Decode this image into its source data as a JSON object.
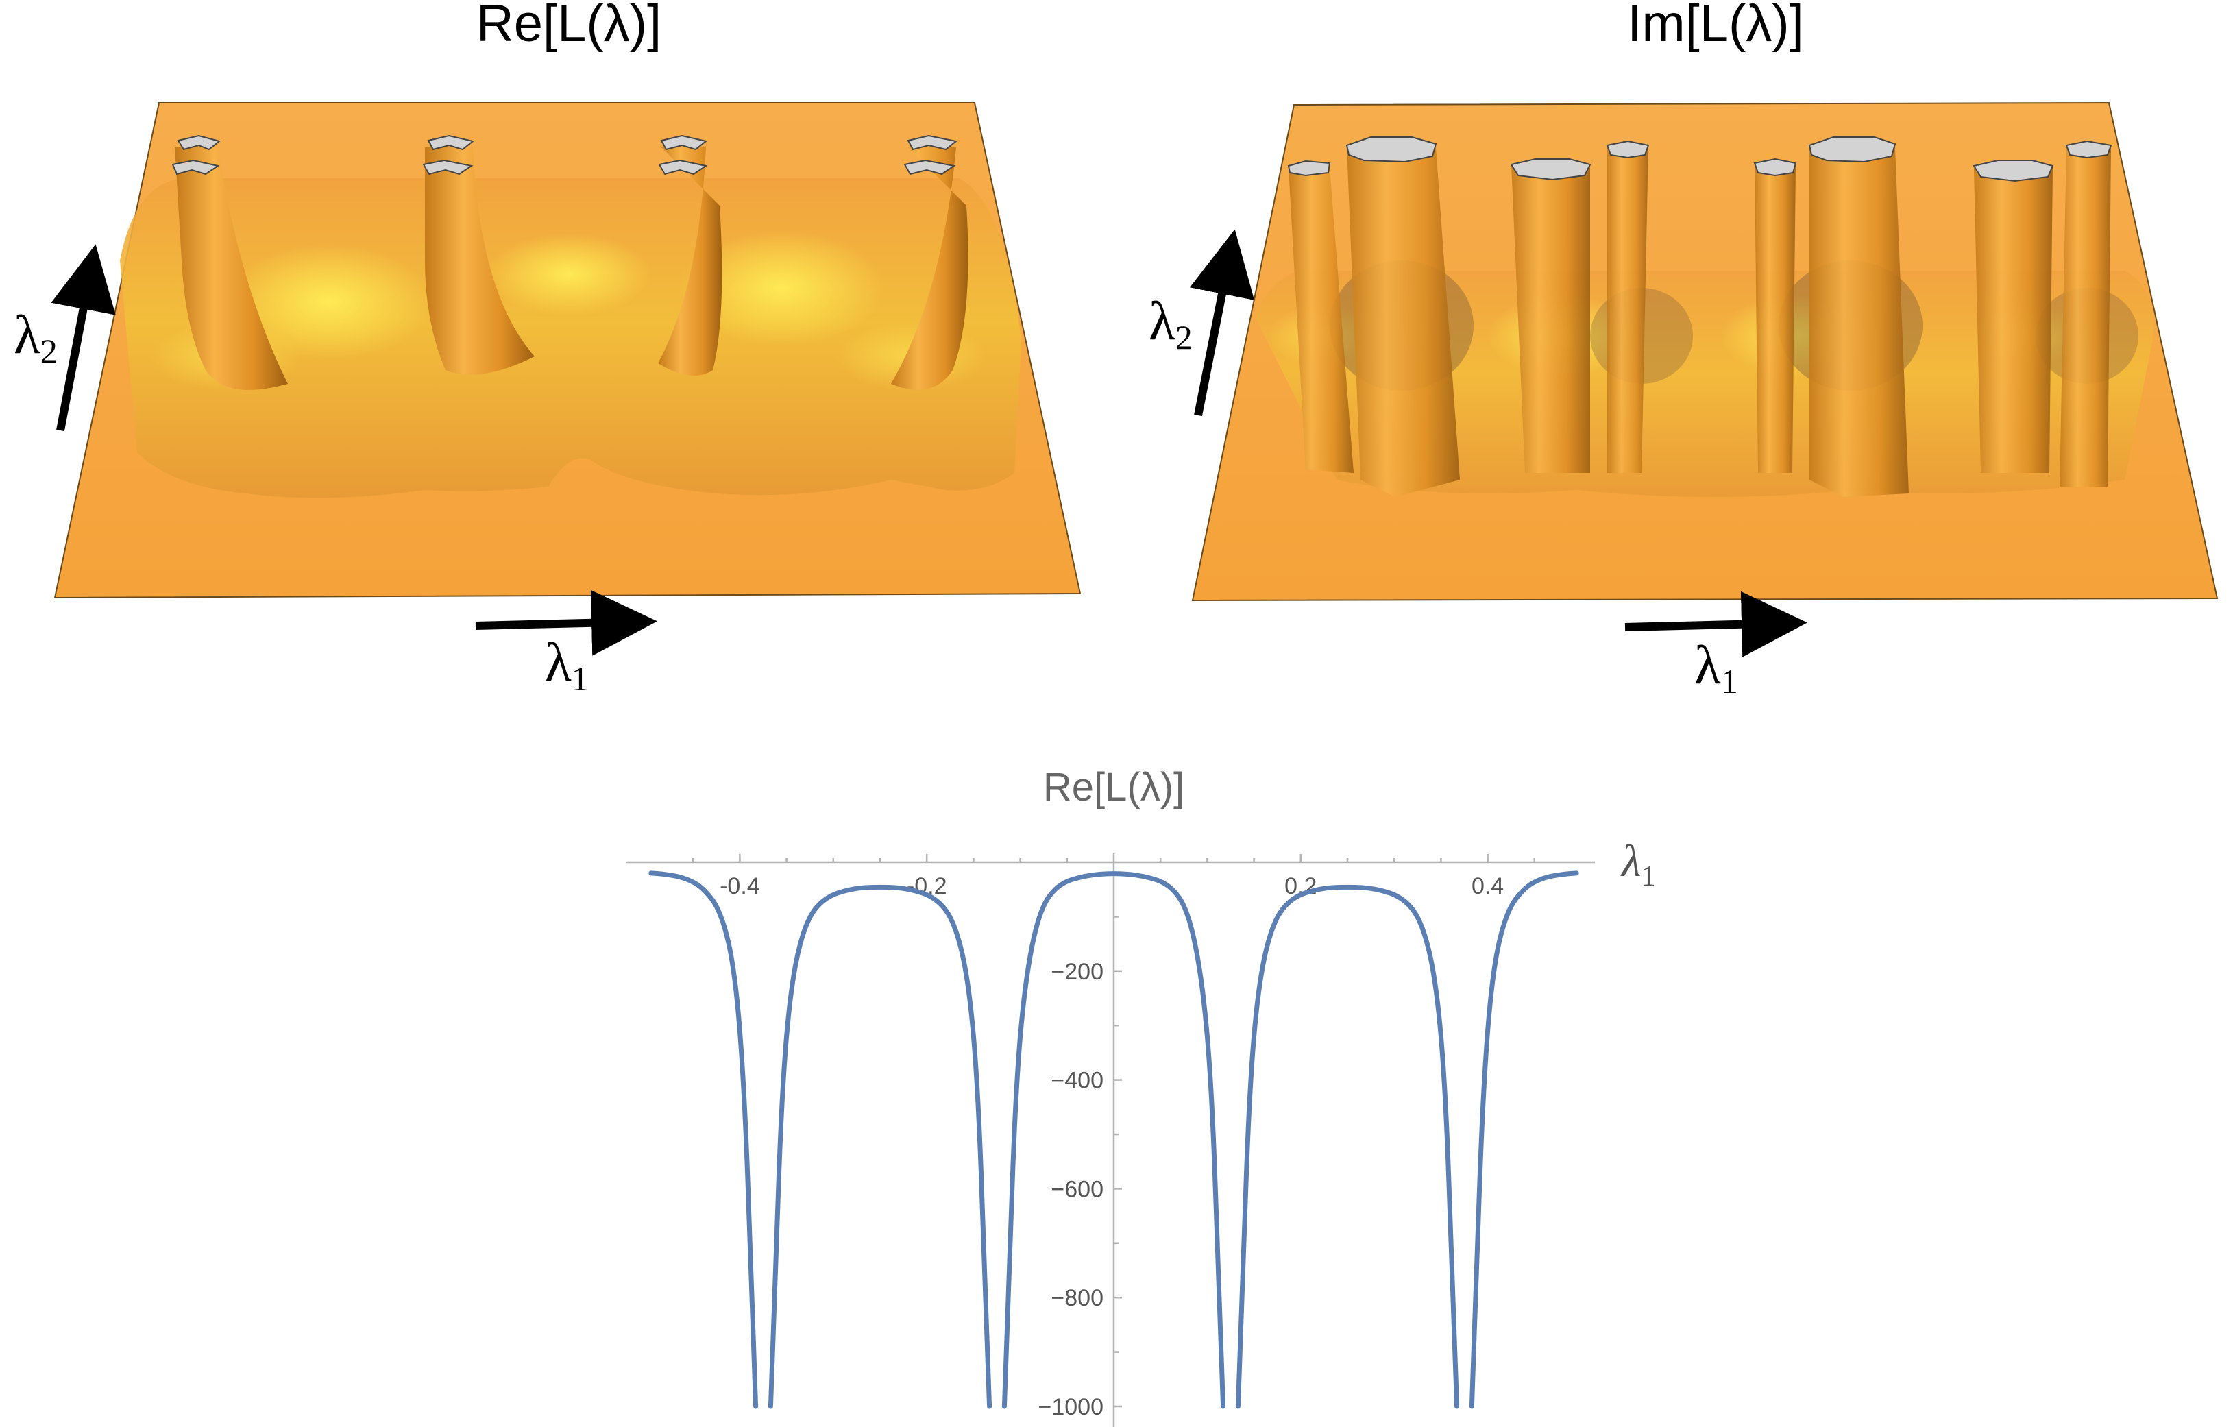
{
  "panels": {
    "left": {
      "title": "Re[L(λ)]",
      "x_axis": "λ",
      "x_axis_sub": "1",
      "y_axis": "λ",
      "y_axis_sub": "2"
    },
    "right": {
      "title": "Im[L(λ)]",
      "x_axis": "λ",
      "x_axis_sub": "1",
      "y_axis": "λ",
      "y_axis_sub": "2"
    }
  },
  "colors": {
    "surface": "#f5a640",
    "surface_dark": "#d98a1c",
    "highlight": "#ffe85a",
    "cap": "#d3d3d3",
    "curve": "#5b7fb2",
    "axis": "#b4b4b4",
    "tick_text": "#555555"
  },
  "chart_data": {
    "type": "line",
    "title": "Re[L(λ)]",
    "xlabel": "λ",
    "xlabel_sub": "1",
    "ylabel": "",
    "xlim": [
      -0.5,
      0.5
    ],
    "ylim": [
      -1000,
      20
    ],
    "x_ticks": [
      -0.4,
      -0.2,
      0.2,
      0.4
    ],
    "x_tick_labels": [
      "-0.4",
      "-0.2",
      "0.2",
      "0.4"
    ],
    "y_ticks": [
      -200,
      -400,
      -600,
      -800,
      -1000
    ],
    "y_tick_labels": [
      "−200",
      "−400",
      "−600",
      "−800",
      "−1000"
    ],
    "grid": false,
    "poles": [
      -0.375,
      -0.125,
      0.125,
      0.375
    ],
    "series": [
      {
        "x": [
          -0.495,
          -0.48,
          -0.46,
          -0.44,
          -0.42,
          -0.405,
          -0.395,
          -0.388,
          -0.383,
          -0.367,
          -0.362,
          -0.355,
          -0.345,
          -0.33,
          -0.31,
          -0.28,
          -0.25,
          -0.22,
          -0.19,
          -0.17,
          -0.155,
          -0.145,
          -0.138,
          -0.133,
          -0.117,
          -0.112,
          -0.105,
          -0.095,
          -0.08,
          -0.06,
          -0.03,
          0.0,
          0.03,
          0.06,
          0.08,
          0.095,
          0.105,
          0.112,
          0.117,
          0.133,
          0.138,
          0.145,
          0.155,
          0.17,
          0.19,
          0.22,
          0.25,
          0.28,
          0.31,
          0.33,
          0.345,
          0.355,
          0.362,
          0.367,
          0.383,
          0.388,
          0.395,
          0.405,
          0.42,
          0.44,
          0.46,
          0.48,
          0.495
        ],
        "y": [
          -20,
          -22,
          -28,
          -45,
          -90,
          -200,
          -420,
          -750,
          -1000,
          -1000,
          -760,
          -420,
          -220,
          -110,
          -65,
          -48,
          -45,
          -48,
          -65,
          -110,
          -220,
          -420,
          -760,
          -1000,
          -1000,
          -760,
          -420,
          -220,
          -90,
          -40,
          -24,
          -20,
          -24,
          -40,
          -90,
          -220,
          -420,
          -760,
          -1000,
          -1000,
          -760,
          -420,
          -220,
          -110,
          -65,
          -48,
          -45,
          -48,
          -65,
          -110,
          -220,
          -420,
          -760,
          -1000,
          -1000,
          -750,
          -420,
          -200,
          -90,
          -45,
          -28,
          -22,
          -20
        ]
      }
    ]
  }
}
